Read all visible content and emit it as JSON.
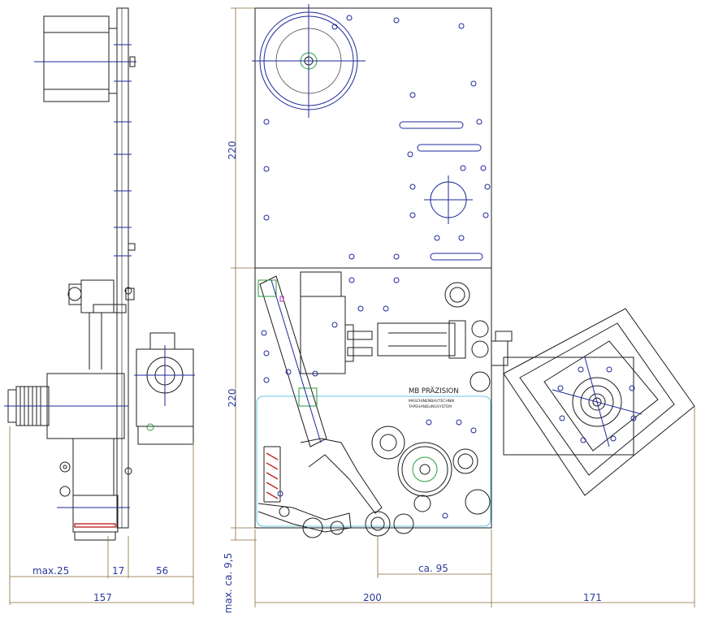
{
  "labels": {
    "brand": "MB PRÄZISION",
    "brand_sub1": "MASCHINENBAUTECHNIK",
    "brand_sub2": "TAPEHANDLINGSYSTEM"
  },
  "dimensions": {
    "max25": "max.25",
    "d17": "17",
    "d56": "56",
    "d157": "157",
    "d220_top": "220",
    "d220_bottom": "220",
    "max95": "max. ca. 9,5",
    "ca95": "ca. 95",
    "d200": "200",
    "d171": "171"
  }
}
